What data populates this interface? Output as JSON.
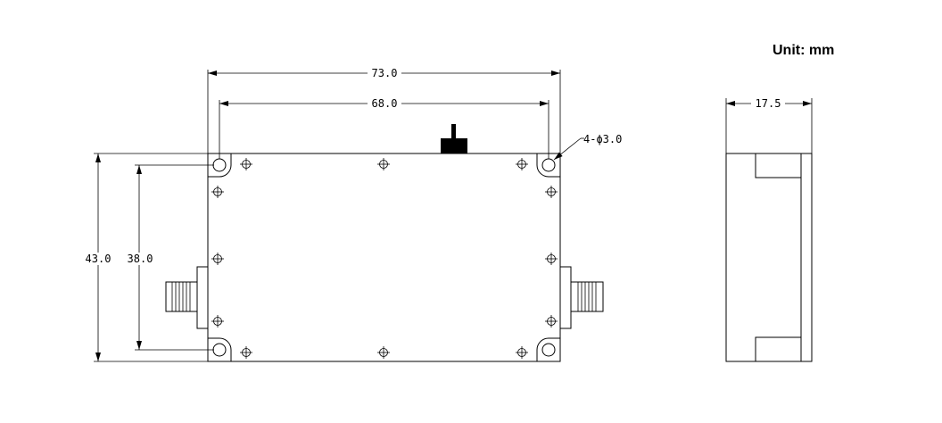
{
  "unit_label": "Unit: mm",
  "dimensions": {
    "overall_width": "73.0",
    "hole_spacing_width": "68.0",
    "overall_height": "43.0",
    "hole_spacing_height": "38.0",
    "hole_callout": "4-ϕ3.0",
    "thickness": "17.5"
  },
  "colors": {
    "line": "#000000",
    "background": "#ffffff"
  }
}
